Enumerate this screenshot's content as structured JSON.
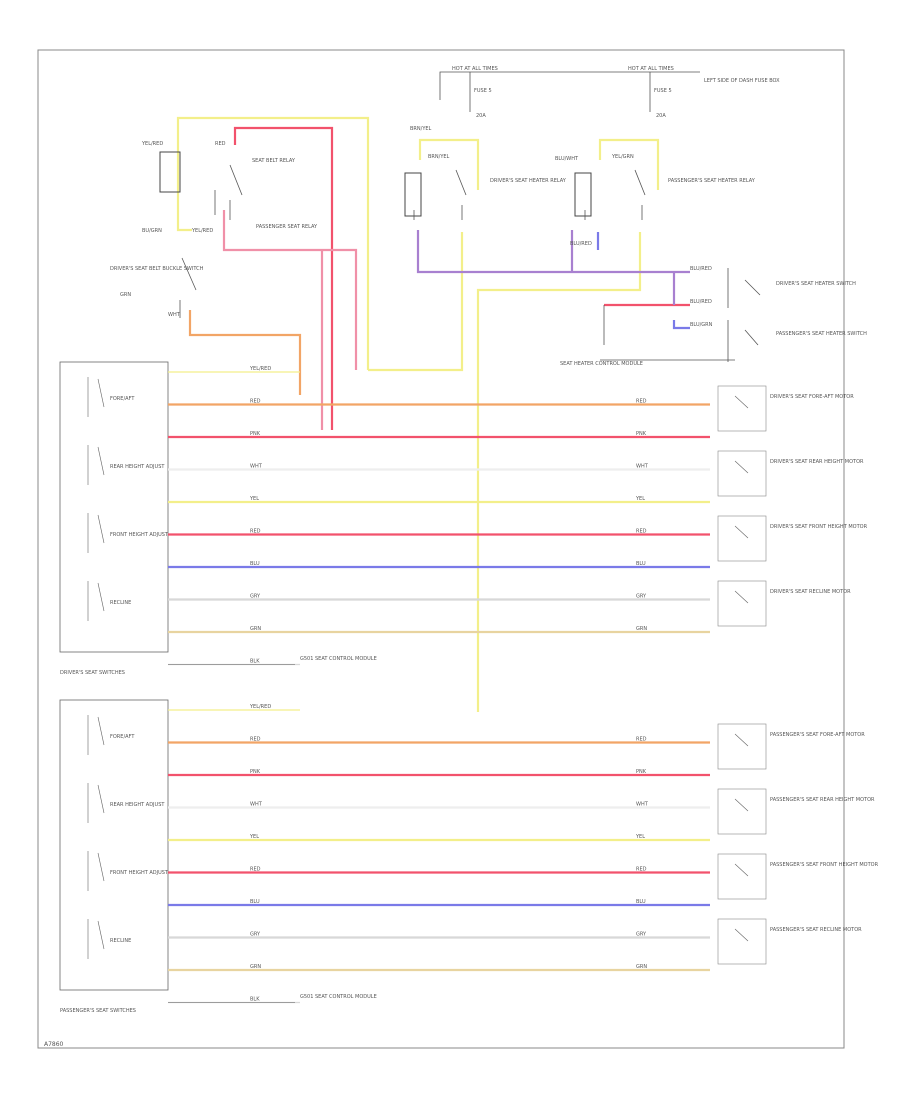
{
  "footer_code": "A7860",
  "wire_colors": {
    "yellow": "#f3ef8a",
    "red": "#f2526c",
    "pink": "#f090a8",
    "orange": "#f2a566",
    "purple": "#a880d0",
    "blue": "#7a7ae8",
    "gray": "#d8d8d8",
    "white": "#eeeeee",
    "brown": "#e8d4a0"
  },
  "top_power": {
    "left_label": "HOT AT ALL TIMES",
    "right_label": "HOT AT ALL TIMES",
    "fuse_left": "FUSE 5",
    "fuse_right": "FUSE 5",
    "fuse_box_note": "LEFT SIDE OF DASH FUSE BOX",
    "amp_left": "20A",
    "amp_right": "20A"
  },
  "upper_controls": {
    "yellow_top": "YEL/RED",
    "red_top": "RED",
    "driver_seat_belt_relay_label": "SEAT BELT RELAY",
    "buckle_label": "DRIVER'S SEAT BELT BUCKLE SWITCH",
    "bu_label": "BU/GRN",
    "yel_label": "YEL/RED",
    "pink_label": "PASSENGER SEAT RELAY",
    "white_label": "WHT",
    "grn_label": "GRN",
    "driver_heater_relay": "DRIVER'S SEAT HEATER RELAY",
    "passenger_heater_relay": "PASSENGER'S SEAT HEATER RELAY",
    "brn_yel_1": "BRN/YEL",
    "brn_yel_2": "BRN/YEL",
    "blu_wht": "BLU/WHT",
    "yel_grn": "YEL/GRN",
    "driver_heat_switch": "DRIVER'S SEAT HEATER SWITCH",
    "passenger_heat_switch": "PASSENGER'S SEAT HEATER SWITCH",
    "blu_red_1": "BLU/RED",
    "blu_red_2": "BLU/RED",
    "blu_grn_1": "BLU/GRN",
    "blu_red_low": "BLU/RED",
    "seat_heater_control": "SEAT HEATER CONTROL MODULE"
  },
  "driver_section": {
    "title": "DRIVER'S SEAT SWITCHES",
    "groups": [
      "FORE/AFT",
      "REAR HEIGHT ADJUST",
      "FRONT HEIGHT ADJUST",
      "RECLINE"
    ],
    "wires": [
      "YEL/RED",
      "RED",
      "PNK",
      "WHT",
      "YEL",
      "RED",
      "BLU",
      "GRY",
      "GRN",
      "BLK"
    ],
    "right_codes": [
      "RED",
      "PNK",
      "WHT",
      "YEL",
      "RED",
      "BLU",
      "GRY",
      "GRN"
    ],
    "motors": [
      "DRIVER'S SEAT FORE-AFT MOTOR",
      "DRIVER'S SEAT REAR HEIGHT MOTOR",
      "DRIVER'S SEAT FRONT HEIGHT MOTOR",
      "DRIVER'S SEAT RECLINE MOTOR"
    ],
    "ground": "G501 SEAT CONTROL MODULE"
  },
  "passenger_section": {
    "title": "PASSENGER'S SEAT SWITCHES",
    "groups": [
      "FORE/AFT",
      "REAR HEIGHT ADJUST",
      "FRONT HEIGHT ADJUST",
      "RECLINE"
    ],
    "wires": [
      "YEL/RED",
      "RED",
      "PNK",
      "WHT",
      "YEL",
      "RED",
      "BLU",
      "GRY",
      "GRN",
      "BLK"
    ],
    "right_codes": [
      "RED",
      "PNK",
      "WHT",
      "YEL",
      "RED",
      "BLU",
      "GRY",
      "GRN"
    ],
    "motors": [
      "PASSENGER'S SEAT FORE-AFT MOTOR",
      "PASSENGER'S SEAT REAR HEIGHT MOTOR",
      "PASSENGER'S SEAT FRONT HEIGHT MOTOR",
      "PASSENGER'S SEAT RECLINE MOTOR"
    ],
    "ground": "G501 SEAT CONTROL MODULE"
  }
}
